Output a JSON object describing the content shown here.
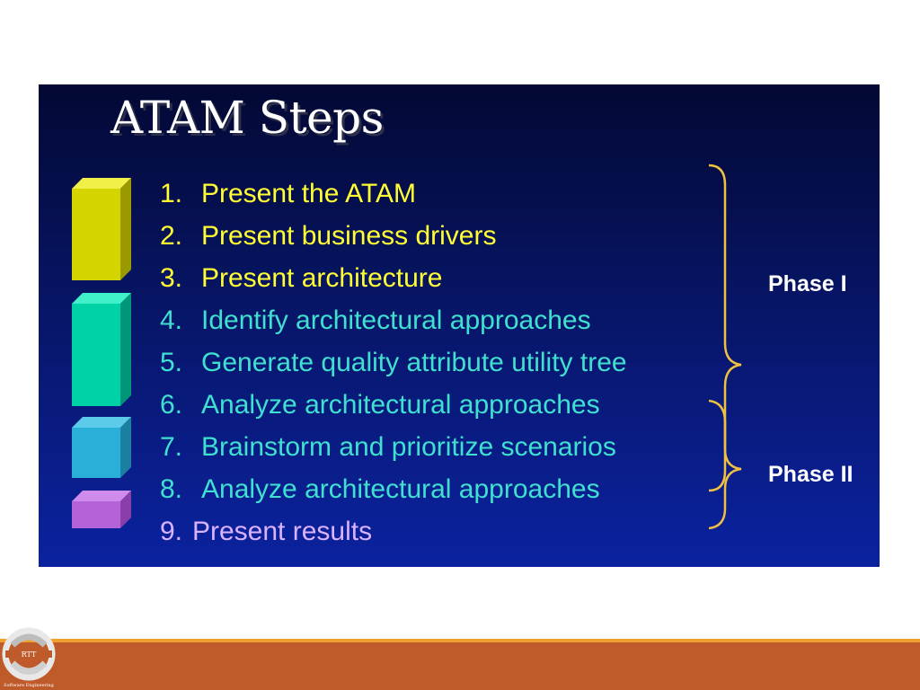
{
  "slide": {
    "title": "ATAM Steps",
    "steps": [
      {
        "num": "1.",
        "text": "Present the ATAM"
      },
      {
        "num": "2.",
        "text": "Present business drivers"
      },
      {
        "num": "3.",
        "text": "Present architecture"
      },
      {
        "num": "4.",
        "text": "Identify architectural approaches"
      },
      {
        "num": "5.",
        "text": "Generate quality attribute utility tree"
      },
      {
        "num": "6.",
        "text": "Analyze architectural approaches"
      },
      {
        "num": "7.",
        "text": "Brainstorm and prioritize scenarios"
      },
      {
        "num": "8.",
        "text": "Analyze architectural approaches"
      },
      {
        "num": "9.",
        "text": "Present results"
      }
    ],
    "phases": [
      {
        "label": "Phase I"
      },
      {
        "label": "Phase II"
      }
    ],
    "colors": {
      "yellow": "#ffff33",
      "cyan": "#40e0d0",
      "lavender": "#d9b3ff",
      "block_yellow": "#d4d400",
      "block_teal": "#00d2a8",
      "block_blue": "#2ab0d8",
      "block_purple": "#b462d8"
    }
  },
  "footer": {
    "logo_text": "RTT",
    "logo_caption": "Software Engineering",
    "bar_color": "#bf5a2b",
    "line_color": "#f0a030"
  }
}
